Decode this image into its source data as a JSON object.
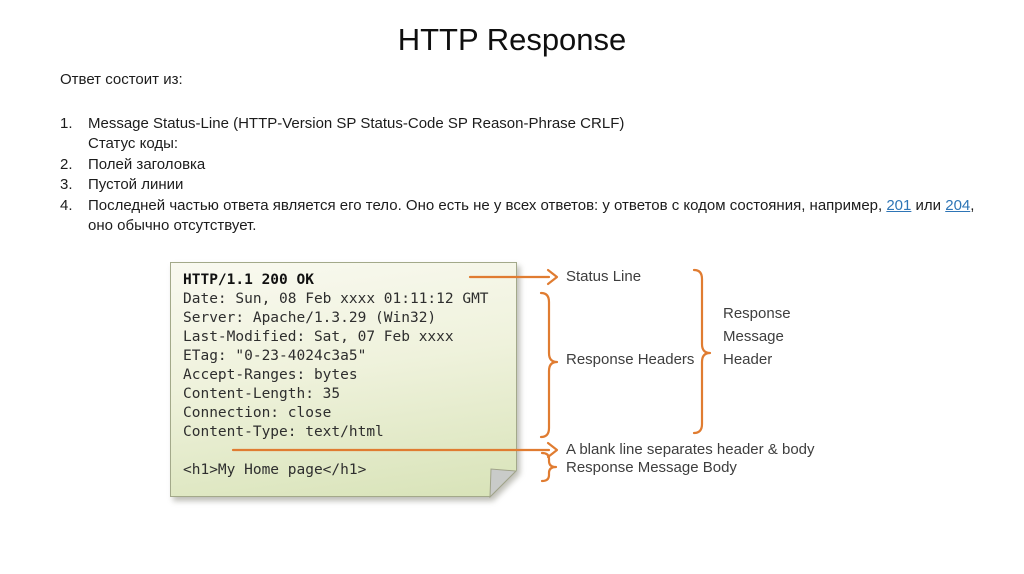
{
  "slide": {
    "title": "HTTP Response",
    "intro": "Ответ состоит из:",
    "list": [
      {
        "num": "1.",
        "line1": "Message Status-Line (HTTP-Version SP Status-Code SP Reason-Phrase CRLF)",
        "line2": "Статус коды:"
      },
      {
        "num": "2.",
        "line1": "Полей заголовка"
      },
      {
        "num": "3.",
        "line1": "Пустой линии"
      },
      {
        "num": "4.",
        "line1_before": "Последней частью ответа является его тело. Оно есть не у всех ответов: у ответов с кодом состояния, например, ",
        "link1": "201",
        "line1_mid": " или ",
        "link2": "204",
        "line1_after": ",",
        "line2": "оно обычно отсутствует."
      }
    ]
  },
  "diagram": {
    "code": {
      "status_line": "HTTP/1.1 200 OK",
      "headers": [
        "Date: Sun, 08 Feb xxxx 01:11:12 GMT",
        "Server: Apache/1.3.29 (Win32)",
        "Last-Modified: Sat, 07 Feb xxxx",
        "ETag: \"0-23-4024c3a5\"",
        "Accept-Ranges: bytes",
        "Content-Length: 35",
        "Connection: close",
        "Content-Type: text/html"
      ],
      "body_line": "<h1>My Home page</h1>"
    },
    "labels": {
      "status_line": "Status Line",
      "response_headers": "Response Headers",
      "rmh": [
        "Response",
        "Message",
        "Header"
      ],
      "blank_line": "A blank line separates header & body",
      "body": "Response Message Body"
    },
    "colors": {
      "accent_orange": "#e07c31",
      "link_blue": "#2e75b6",
      "note_border": "#a3a98a",
      "note_top": "#f9f9f0",
      "note_bottom": "#d8e3b8",
      "fold_gray": "#c9cbc9",
      "label_text": "#3e3e3e"
    }
  }
}
